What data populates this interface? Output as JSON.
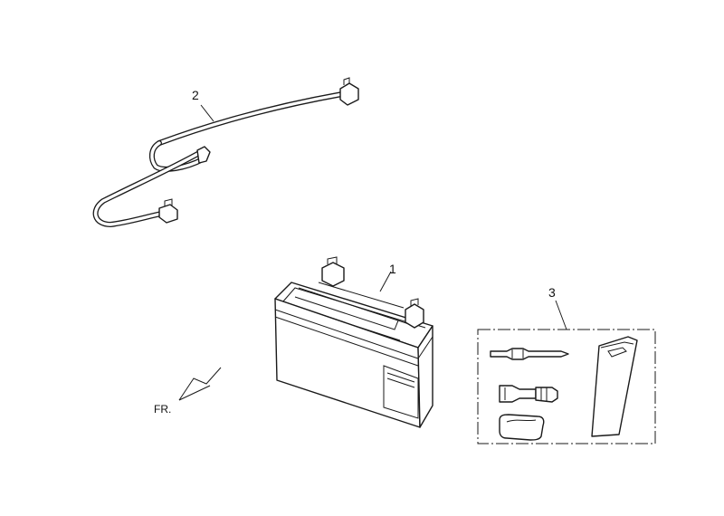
{
  "callouts": {
    "battery": "1",
    "cable": "2",
    "tool_kit": "3"
  },
  "direction_label": "FR."
}
